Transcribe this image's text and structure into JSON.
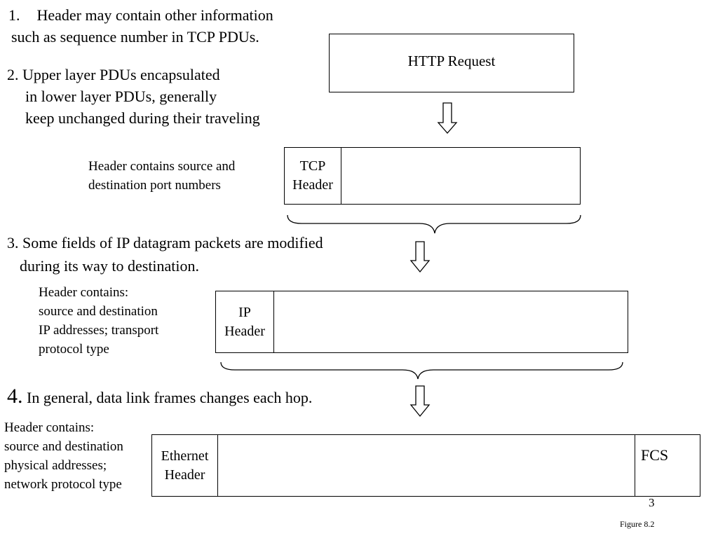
{
  "notes": {
    "n1": {
      "line1_num": "1.",
      "line1_text": "Header may contain other information",
      "line2": "such as sequence number in TCP PDUs."
    },
    "n2": {
      "line1": "2. Upper layer PDUs encapsulated",
      "line2": "in lower layer PDUs, generally",
      "line3": "keep unchanged during their traveling"
    },
    "n3": {
      "line1": "3. Some fields of IP datagram packets are modified",
      "line2": "during its way to destination."
    },
    "n4": {
      "num": "4.",
      "text": "In general, data link frames changes each hop."
    }
  },
  "descriptions": {
    "tcp": {
      "line1": "Header contains source and",
      "line2": "destination port numbers"
    },
    "ip": {
      "line1": "Header contains:",
      "line2": "source and destination",
      "line3": "IP addresses; transport",
      "line4": "protocol type"
    },
    "eth": {
      "line1": "Header contains:",
      "line2": "source and destination",
      "line3": "physical addresses;",
      "line4": "network protocol type"
    }
  },
  "boxes": {
    "http": {
      "label": "HTTP Request"
    },
    "tcp": {
      "header_line1": "TCP",
      "header_line2": "Header"
    },
    "ip": {
      "header_line1": "IP",
      "header_line2": "Header"
    },
    "eth": {
      "header_line1": "Ethernet",
      "header_line2": "Header",
      "trailer": "FCS"
    }
  },
  "footer": {
    "page_number": "3",
    "figure_label": "Figure 8.2"
  }
}
